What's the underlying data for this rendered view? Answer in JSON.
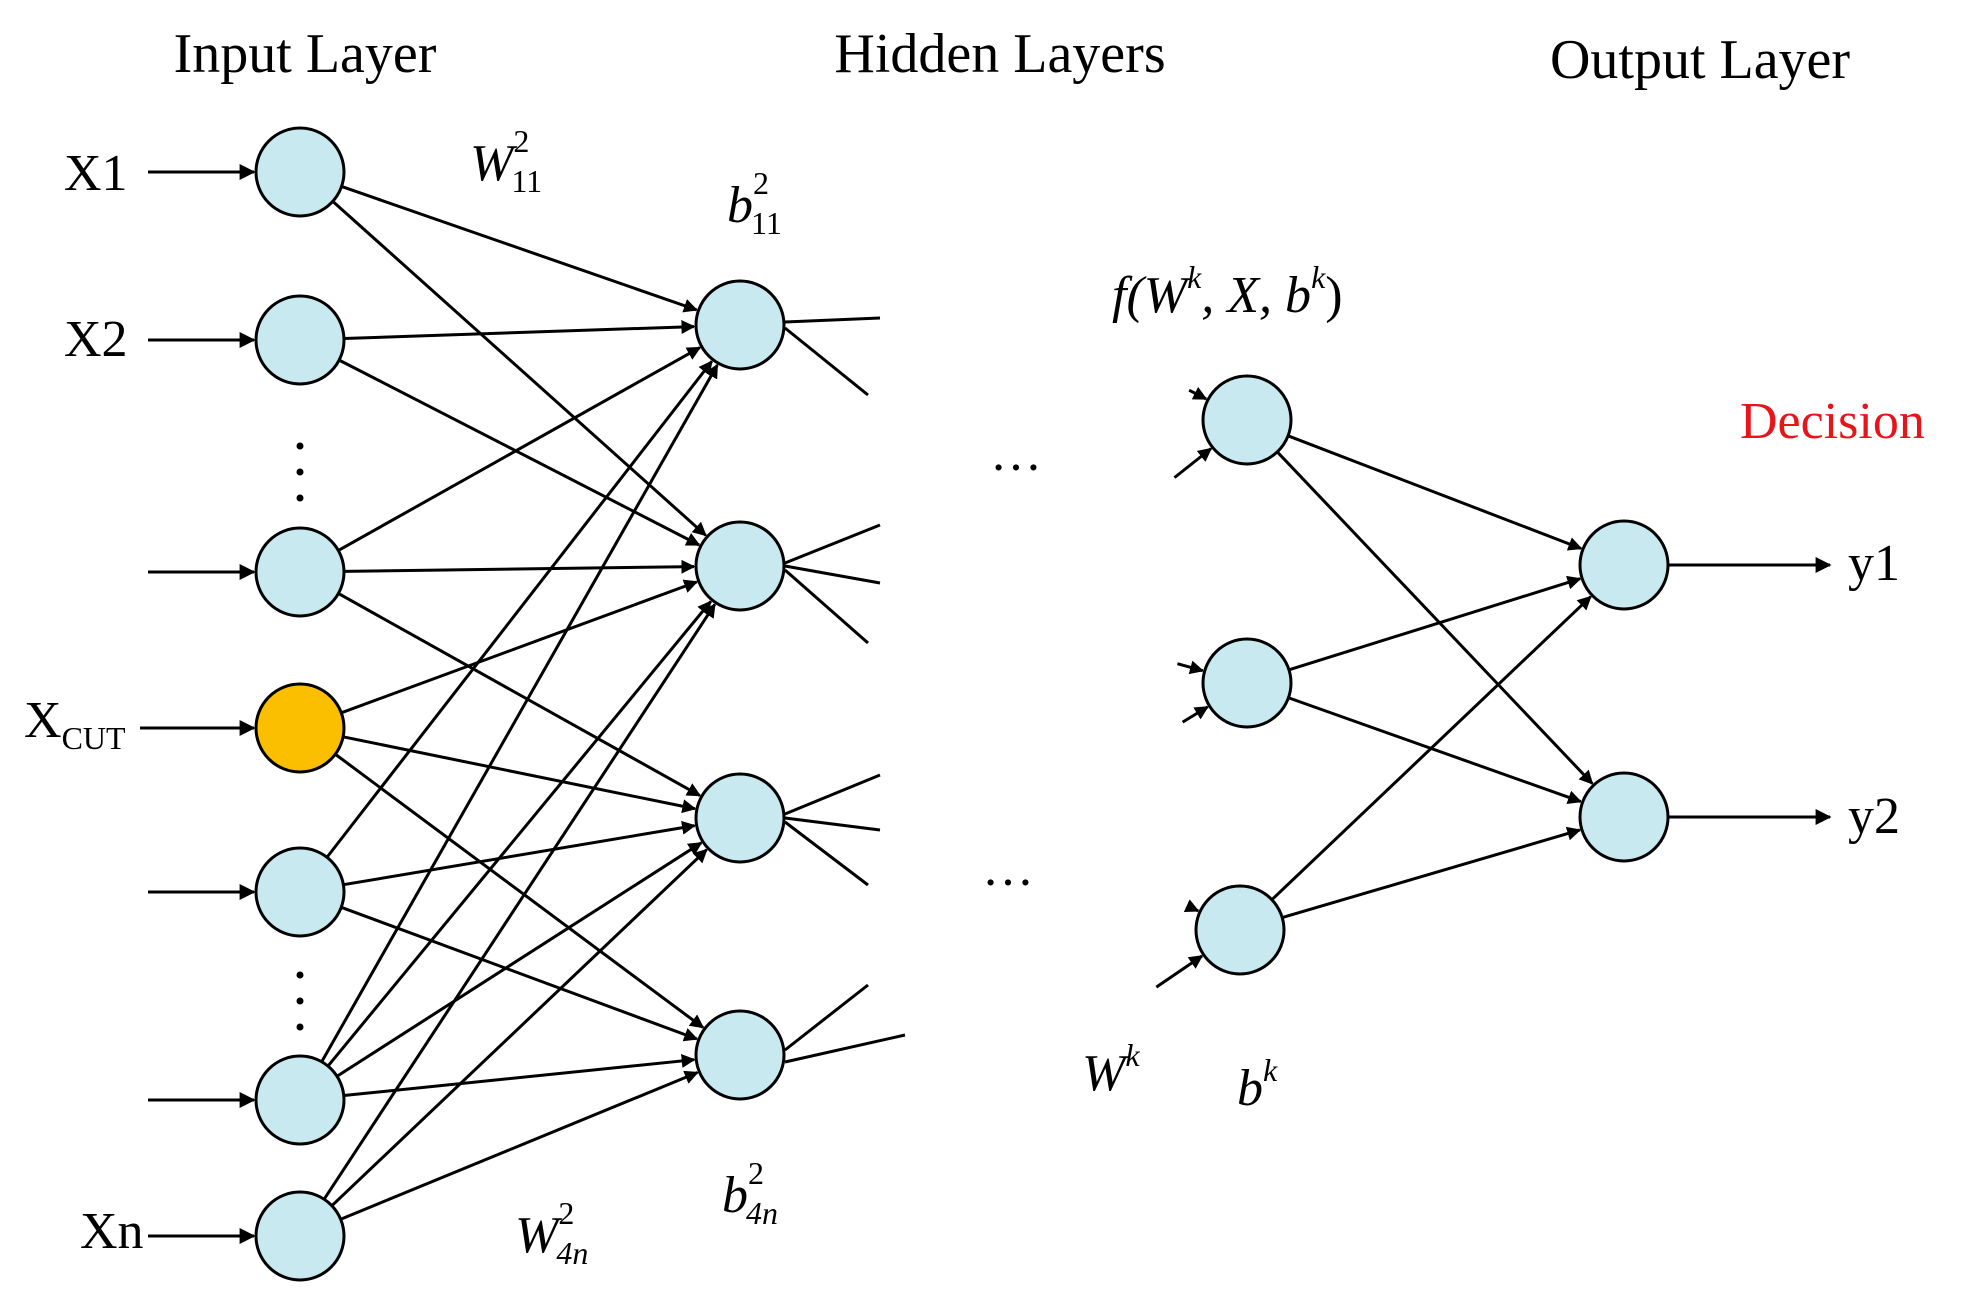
{
  "titles": {
    "input": "Input Layer",
    "hidden": "Hidden Layers",
    "output": "Output Layer"
  },
  "inputs": {
    "x1": "X1",
    "x2": "X2",
    "xcut_main": "X",
    "xcut_sub": "CUT",
    "xn": "Xn"
  },
  "outputs": {
    "y1": "y1",
    "y2": "y2",
    "decision": "Decision"
  },
  "formulas": {
    "w11_base": "W",
    "w11_sub": "11",
    "w11_sup": "2",
    "b11_base": "b",
    "b11_sub": "11",
    "b11_sup": "2",
    "w4n_base": "W",
    "w4n_sub": "4n",
    "w4n_sup": "2",
    "b4n_base": "b",
    "b4n_sub": "4n",
    "b4n_sup": "2",
    "f_open": "f(W",
    "f_k1": "k",
    "f_mid": ", X, b",
    "f_k2": "k",
    "f_close": ")",
    "wk_base": "W",
    "wk_sup": "k",
    "bk_base": "b",
    "bk_sup": "k"
  },
  "ellipsis": "…",
  "colors": {
    "node_fill": "#c9e9f0",
    "highlight_fill": "#fbbf00",
    "edge": "#000000",
    "decision_text": "#e8141b"
  }
}
